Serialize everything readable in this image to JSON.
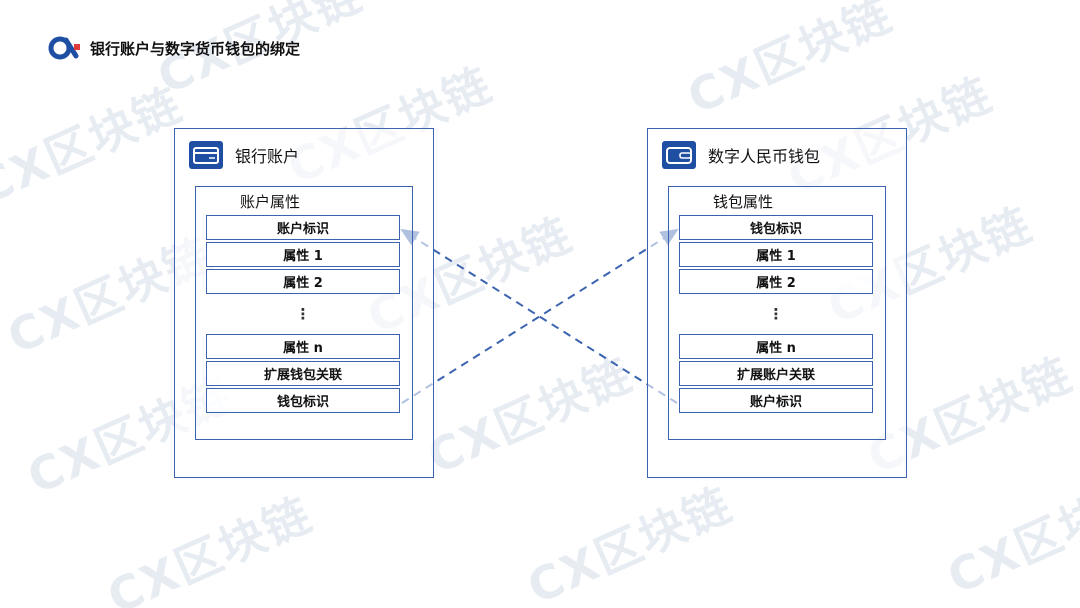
{
  "header": {
    "title": "银行账户与数字货币钱包的绑定"
  },
  "watermark": "CX区块链",
  "colors": {
    "accent": "#3b63b0",
    "icon_bg": "#1f4fa3"
  },
  "left_panel": {
    "icon": "bank-card-icon",
    "title": "银行账户",
    "group_title": "账户属性",
    "rows": [
      "账户标识",
      "属性 1",
      "属性 2"
    ],
    "ellipsis": "⋮",
    "bottom_rows": [
      "属性 n",
      "扩展钱包关联",
      "钱包标识"
    ]
  },
  "right_panel": {
    "icon": "wallet-icon",
    "title": "数字人民币钱包",
    "group_title": "钱包属性",
    "rows": [
      "钱包标识",
      "属性 1",
      "属性 2"
    ],
    "ellipsis": "⋮",
    "bottom_rows": [
      "属性 n",
      "扩展账户关联",
      "账户标识"
    ]
  }
}
